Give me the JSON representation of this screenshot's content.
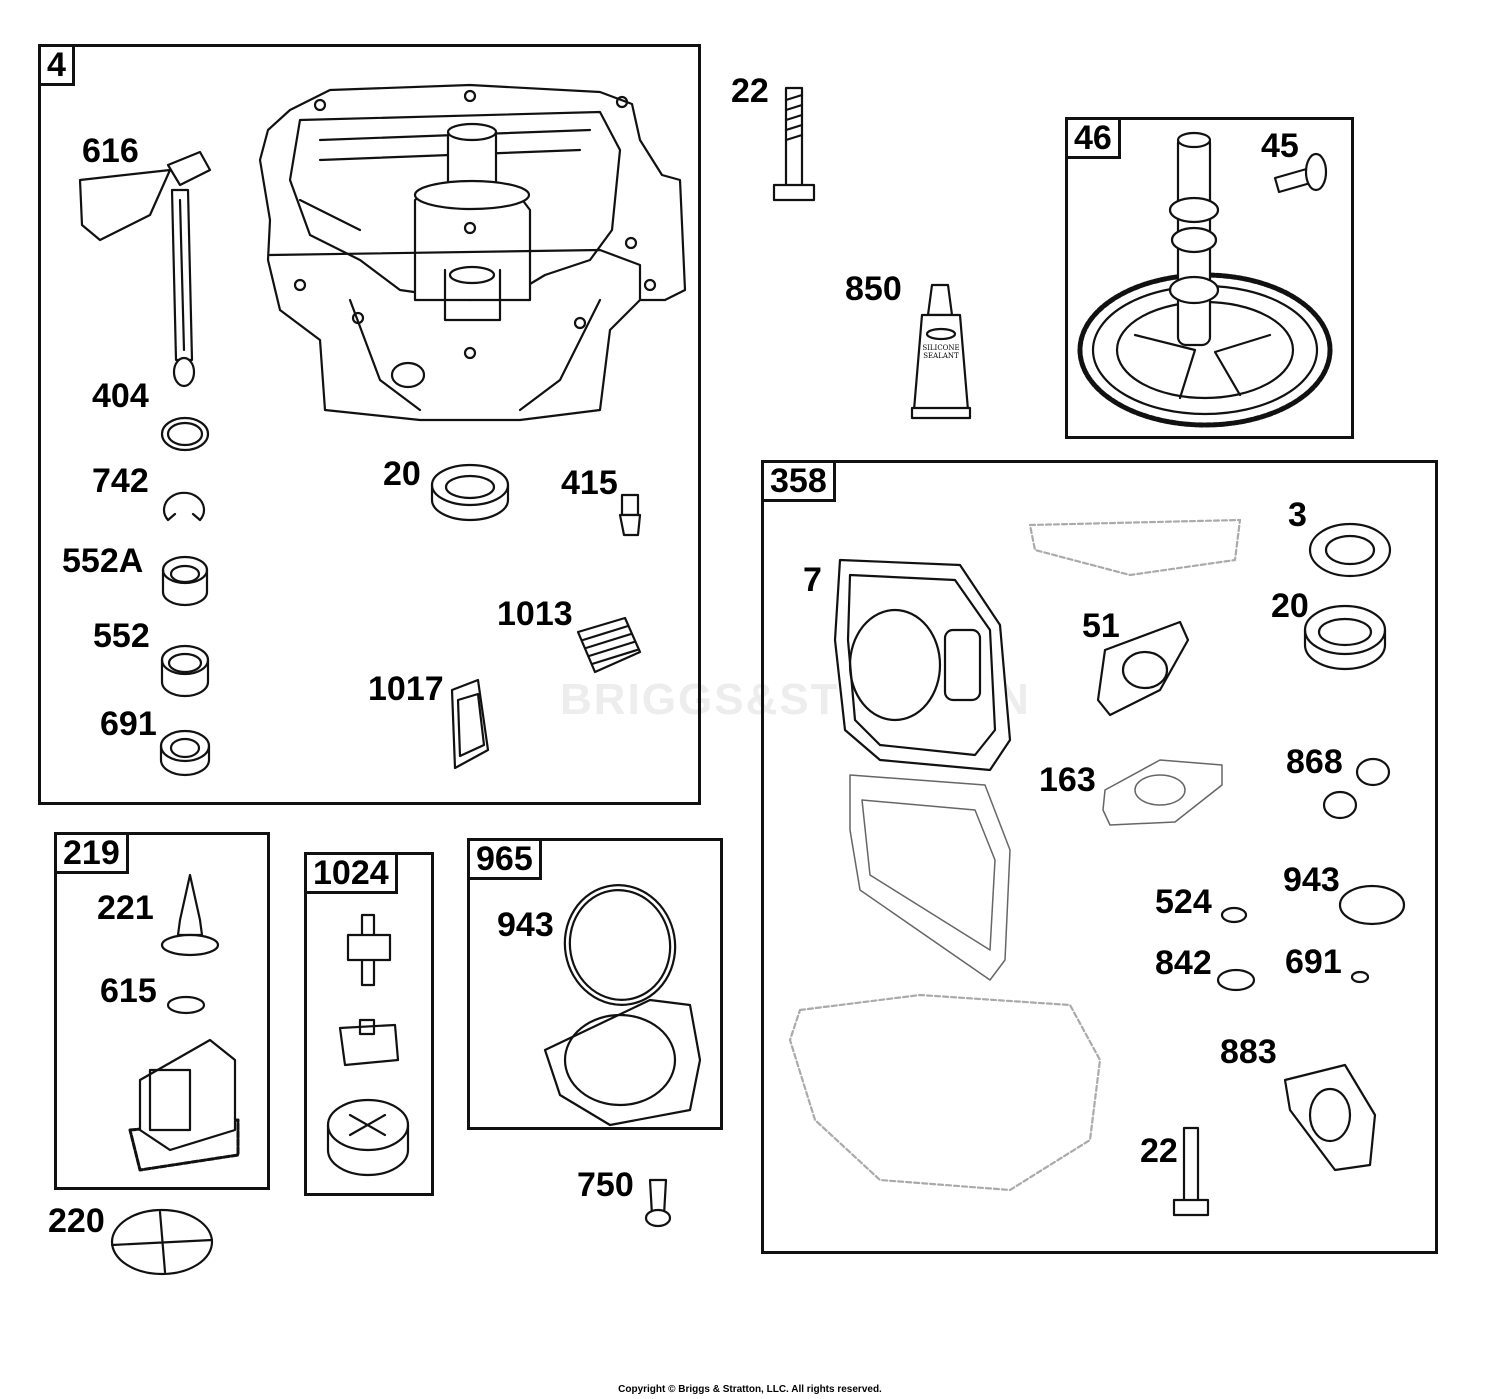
{
  "watermark": "BRIGGS&STRATTON",
  "copyright": "Copyright © Briggs & Stratton, LLC. All rights reserved.",
  "groups": {
    "g4": "4",
    "g46": "46",
    "g358": "358",
    "g219": "219",
    "g1024": "1024",
    "g965": "965"
  },
  "parts": {
    "p616": "616",
    "p404": "404",
    "p742": "742",
    "p552a": "552A",
    "p552": "552",
    "p691a": "691",
    "p20a": "20",
    "p415": "415",
    "p1013": "1013",
    "p1017": "1017",
    "p22a": "22",
    "p850": "850",
    "p45": "45",
    "p3": "3",
    "p7": "7",
    "p51": "51",
    "p20b": "20",
    "p163": "163",
    "p868": "868",
    "p524": "524",
    "p943b": "943",
    "p842": "842",
    "p691b": "691",
    "p883": "883",
    "p22b": "22",
    "p221": "221",
    "p615": "615",
    "p220": "220",
    "p943a": "943",
    "p750": "750"
  },
  "sealant_text": [
    "SILICONE",
    "SEALANT"
  ]
}
